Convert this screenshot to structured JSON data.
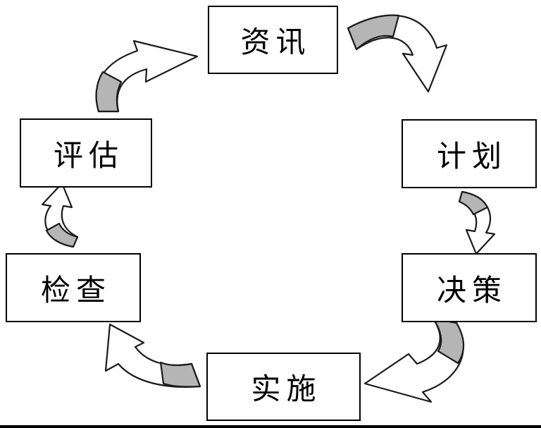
{
  "diagram": {
    "nodes": [
      {
        "id": "info",
        "label": "资讯"
      },
      {
        "id": "plan",
        "label": "计划"
      },
      {
        "id": "decision",
        "label": "决策"
      },
      {
        "id": "implement",
        "label": "实施"
      },
      {
        "id": "check",
        "label": "检查"
      },
      {
        "id": "evaluate",
        "label": "评估"
      }
    ],
    "edges": [
      {
        "from": "info",
        "to": "plan"
      },
      {
        "from": "plan",
        "to": "decision"
      },
      {
        "from": "decision",
        "to": "implement"
      },
      {
        "from": "implement",
        "to": "check"
      },
      {
        "from": "check",
        "to": "evaluate"
      },
      {
        "from": "evaluate",
        "to": "info"
      }
    ],
    "colors": {
      "arrow_fill_gray": "#b5b5b5",
      "arrow_fill_white": "#ffffff",
      "stroke": "#1a1a1a",
      "background": "#ffffff"
    }
  }
}
